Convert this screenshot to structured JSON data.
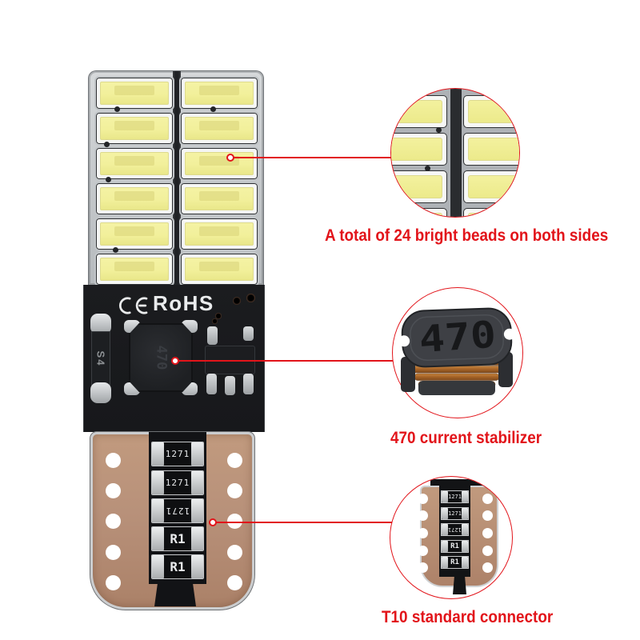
{
  "colors": {
    "accent-red": "#e2141a",
    "copper": "#b8917a",
    "pcb-black": "#17181b",
    "led-yellow": "#f2f09b"
  },
  "product": {
    "pcb": {
      "rohs_marking": "RoHS",
      "diode_marking": "S4",
      "inductor_value": "470"
    },
    "resistor_markings": [
      "1271",
      "1271",
      "1271",
      "R1",
      "R1"
    ]
  },
  "callouts": {
    "beads": {
      "label": "A total of 24 bright beads on both sides"
    },
    "stabilizer": {
      "label": "470 current stabilizer",
      "component_value": "470"
    },
    "connector": {
      "label": "T10 standard connector"
    }
  }
}
